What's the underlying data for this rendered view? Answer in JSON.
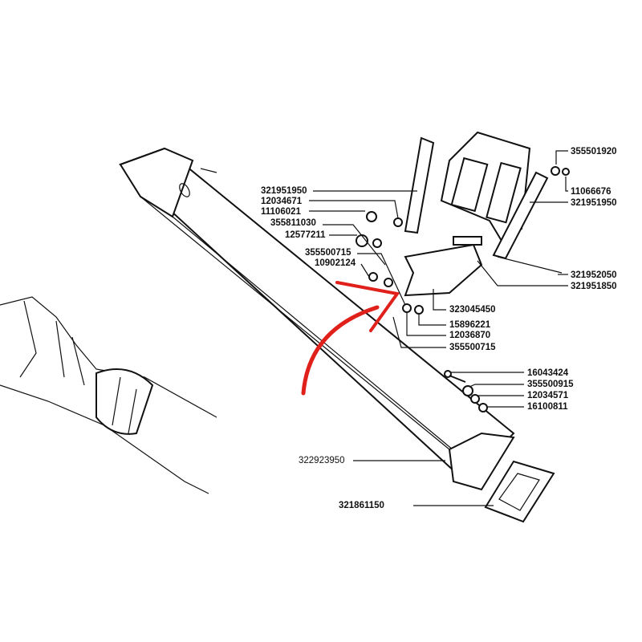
{
  "diagram": {
    "part_labels": {
      "upper_left": [
        "321951950",
        "12034671",
        "11106021",
        "355811030",
        "12577211",
        "355500715",
        "10902124"
      ],
      "upper_right": [
        "355501920",
        "11066676",
        "321951950",
        "321952050",
        "321951850"
      ],
      "middle": [
        "323045450",
        "15896221",
        "12036870",
        "355500715"
      ],
      "lower_right": [
        "16043424",
        "355500915",
        "12034571",
        "16100811"
      ],
      "beam": "322923950",
      "gasket": "321861150"
    },
    "arrow_color": "#e0201b"
  }
}
